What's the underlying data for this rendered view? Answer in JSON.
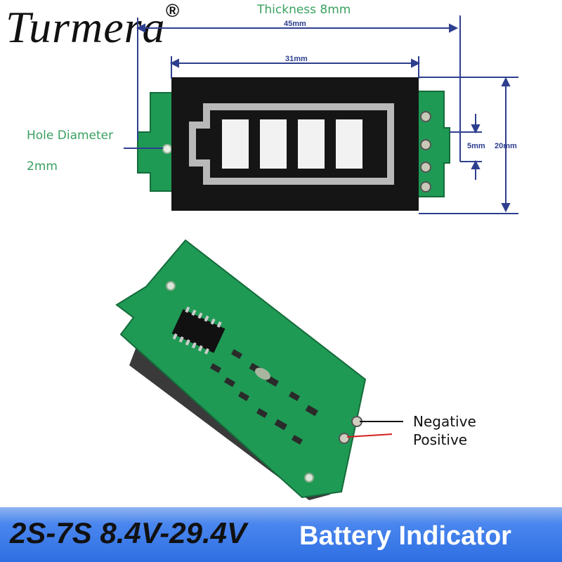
{
  "brand": {
    "name": "Turmera",
    "mark": "®"
  },
  "top_view": {
    "thickness_label": "Thickness 8mm",
    "width_total": "45mm",
    "width_display": "31mm",
    "height_total": "20mm",
    "pin_pitch": "5mm",
    "hole_label": "Hole Diameter",
    "hole_value": "2mm"
  },
  "bottom_view": {
    "negative_label": "Negative",
    "positive_label": "Positive"
  },
  "banner": {
    "left_text": "2S-7S 8.4V-29.4V",
    "right_text": "Battery Indicator"
  },
  "colors": {
    "pcb_green": "#1f9a55",
    "display_black": "#151515",
    "dimension_line": "#2e3f8f",
    "banner_blue": "#2f6fe3",
    "negative_wire": "#111111",
    "positive_wire": "#d42020"
  }
}
